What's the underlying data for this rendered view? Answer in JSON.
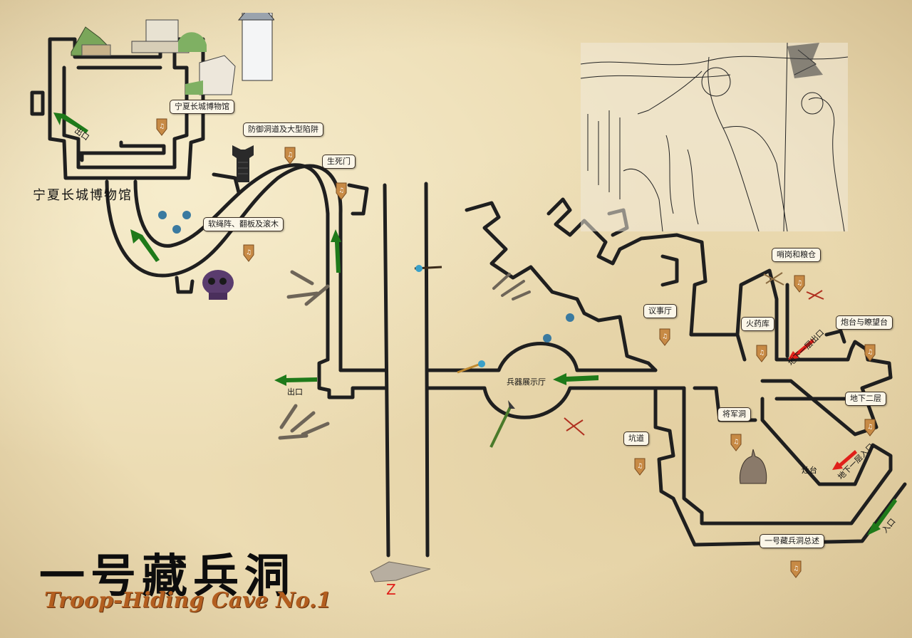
{
  "title": {
    "zh": "一号藏兵洞",
    "en": "Troop-Hiding Cave No.1"
  },
  "museum_caption": "宁夏长城博物馆",
  "labels": [
    {
      "id": "museum",
      "text": "宁夏长城博物馆"
    },
    {
      "id": "defense-tunnel",
      "text": "防御洞道及大型陷阱"
    },
    {
      "id": "life-death-gate",
      "text": "生死门"
    },
    {
      "id": "trap-formation",
      "text": "软绳阵、翻板及滚木"
    },
    {
      "id": "council-hall",
      "text": "议事厅"
    },
    {
      "id": "sentry-granary",
      "text": "哨岗和粮仓"
    },
    {
      "id": "armory",
      "text": "火药库"
    },
    {
      "id": "barracks-watchtower",
      "text": "炮台与瞭望台"
    },
    {
      "id": "underground-2",
      "text": "地下二层"
    },
    {
      "id": "general-cave",
      "text": "将军洞"
    },
    {
      "id": "pit-passage",
      "text": "坑道"
    },
    {
      "id": "overview",
      "text": "一号藏兵洞总述"
    }
  ],
  "plain_text": {
    "exit_museum": "出口",
    "exit_left": "出口",
    "weapon_hall": "兵器展示厅",
    "stove": "灶台",
    "entrance": "入口",
    "floor1_exit": "地下一层出口",
    "floor1_entrance": "地下一层入口"
  },
  "colors": {
    "parchment": "#ecdcb3",
    "ink": "#1f1f1f",
    "arrow_green": "#1f7a1a",
    "arrow_red": "#e0201a",
    "pin": "#c78a45",
    "title_en": "#b35e1f"
  },
  "icons": [
    "scroll-audio-pin-icon",
    "green-arrow-icon",
    "red-arrow-icon",
    "armor-icon",
    "helmet-icon",
    "mace-icon",
    "skull-icon",
    "bones-icon",
    "spear-icon",
    "crossbow-icon",
    "arrow-weapon-icon",
    "warrior-illustration",
    "great-wall-illustration",
    "stone-arrowhead-icon"
  ]
}
